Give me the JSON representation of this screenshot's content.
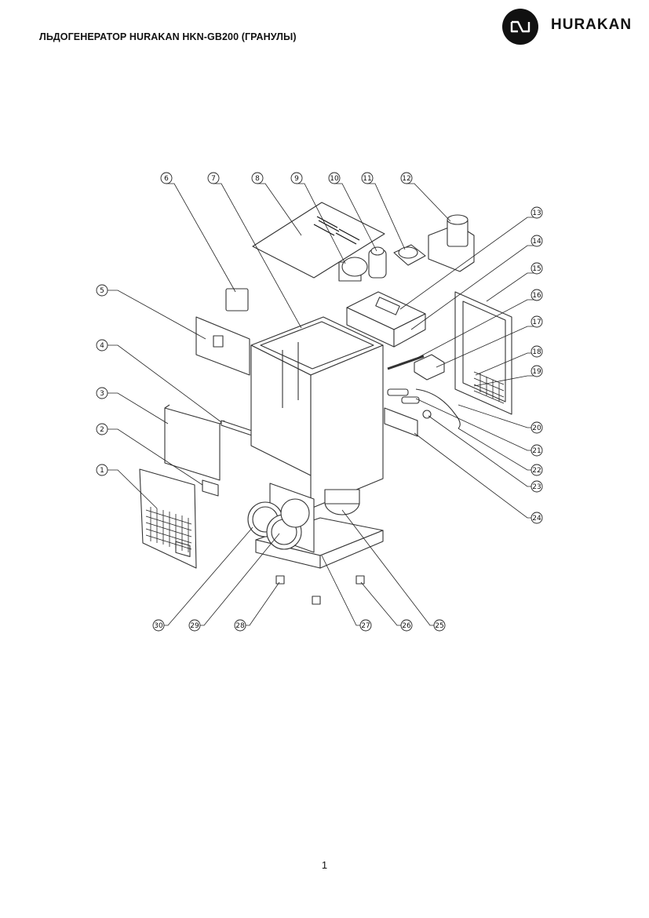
{
  "header": {
    "title": "ЛЬДОГЕНЕРАТОР HURAKAN HKN-GB200 (ГРАНУЛЫ)",
    "brand": "HURAKAN",
    "brand_logo_icon": "hurakan-logo-icon"
  },
  "diagram": {
    "callouts": [
      "1",
      "2",
      "3",
      "4",
      "5",
      "6",
      "7",
      "8",
      "9",
      "10",
      "11",
      "12",
      "13",
      "14",
      "15",
      "16",
      "17",
      "18",
      "19",
      "20",
      "21",
      "22",
      "23",
      "24",
      "25",
      "26",
      "27",
      "28",
      "29",
      "30"
    ]
  },
  "footer": {
    "page_number": "1"
  }
}
